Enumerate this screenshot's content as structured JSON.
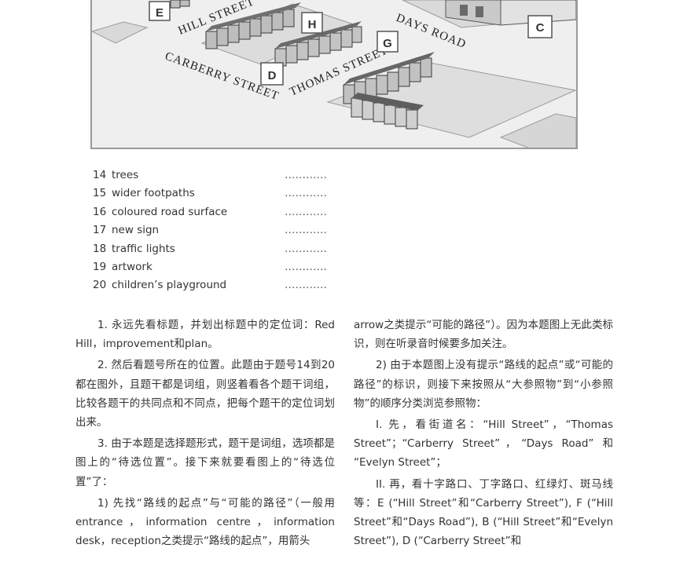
{
  "map": {
    "labels": {
      "box_e": "E",
      "box_h": "H",
      "box_c": "C",
      "box_g": "G",
      "box_d": "D"
    },
    "streets": {
      "hill_street": "HILL STREET",
      "days_road": "DAYS ROAD",
      "carberry_street": "CARBERRY STREET",
      "thomas_street": "THOMAS STREET"
    }
  },
  "questions": [
    {
      "num": "14",
      "text": "trees",
      "dots": "…………"
    },
    {
      "num": "15",
      "text": "wider footpaths",
      "dots": "…………"
    },
    {
      "num": "16",
      "text": "coloured road surface",
      "dots": "…………"
    },
    {
      "num": "17",
      "text": "new sign",
      "dots": "…………"
    },
    {
      "num": "18",
      "text": "traffic lights",
      "dots": "…………"
    },
    {
      "num": "19",
      "text": "artwork",
      "dots": "…………"
    },
    {
      "num": "20",
      "text": "children’s playground",
      "dots": "…………"
    }
  ],
  "left_column": [
    "1. 永远先看标题，并划出标题中的定位词：Red Hill，improvement和plan。",
    "2. 然后看题号所在的位置。此题由于题号14到20都在图外，且题干都是词组，则竖着看各个题干词组，比较各题干的共同点和不同点，把每个题干的定位词划出来。",
    "3. 由于本题是选择题形式，题干是词组，选项都是图上的“待选位置”。接下来就要看图上的“待选位置”了：",
    "1) 先找“路线的起点”与“可能的路径”（一般用entrance，information centre，information desk，reception之类提示“路线的起点”，用箭头"
  ],
  "right_column": [
    "arrow之类提示“可能的路径”）。因为本题图上无此类标识，则在听录音时候要多加关注。",
    "2) 由于本题图上没有提示“路线的起点”或“可能的路径”的标识，则接下来按照从“大参照物”到“小参照物”的顺序分类浏览参照物：",
    "I. 先，看街道名：“Hill Street”，“Thomas Street”；“Carberry Street”，“Days Road” 和 “Evelyn Street”；",
    "II. 再，看十字路口、丁字路口、红绿灯、斑马线等：E (“Hill Street”和“Carberry Street”), F (“Hill Street”和“Days Road”), B (“Hill Street”和“Evelyn Street”), D (“Carberry Street”和"
  ]
}
